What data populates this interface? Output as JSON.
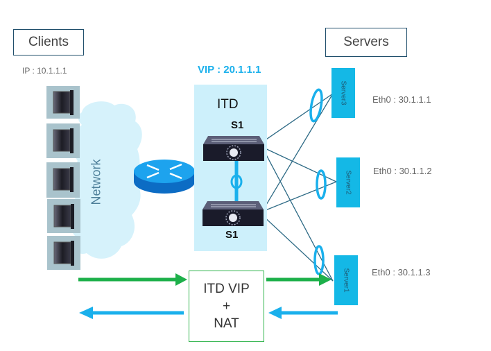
{
  "clients": {
    "label": "Clients",
    "ip": "IP : 10.1.1.1",
    "count": 5
  },
  "network": {
    "label": "Network"
  },
  "router": {
    "icon": "router-icon"
  },
  "itd": {
    "vip": "VIP : 20.1.1.1",
    "title": "ITD",
    "switch_top_label": "S1",
    "switch_bottom_label": "S1"
  },
  "servers": {
    "label": "Servers",
    "items": [
      {
        "name": "Server3",
        "eth": "Eth0 : 30.1.1.1"
      },
      {
        "name": "Server2",
        "eth": "Eth0 : 30.1.1.2"
      },
      {
        "name": "Server1",
        "eth": "Eth0 : 30.1.1.3"
      }
    ]
  },
  "nat": {
    "line1": "ITD VIP",
    "line2": "+",
    "line3": "NAT"
  },
  "colors": {
    "accent_blue": "#1ab0ec",
    "server_blue": "#14b8e6",
    "itd_zone": "#cdf0fb",
    "flow_green": "#1db04a",
    "flow_blue": "#1ab0ec",
    "link_line": "#2d6a85"
  }
}
